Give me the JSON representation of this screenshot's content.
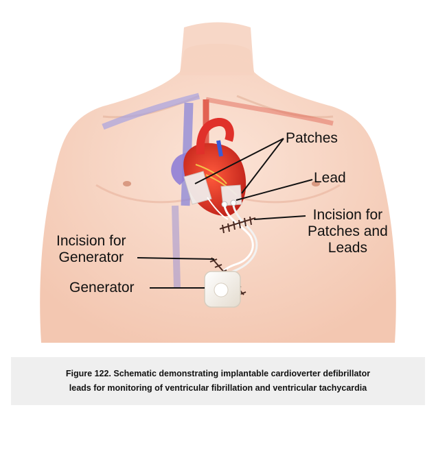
{
  "labels": {
    "patches": "Patches",
    "lead": "Lead",
    "incision_patches_leads": [
      "Incision for",
      "Patches and",
      "Leads"
    ],
    "incision_generator": [
      "Incision for",
      "Generator"
    ],
    "generator": "Generator"
  },
  "caption": {
    "line1": "Figure 122. Schematic demonstrating implantable cardioverter defibrillator",
    "line2": "leads for monitoring of ventricular fibrillation and ventricular tachycardia"
  }
}
